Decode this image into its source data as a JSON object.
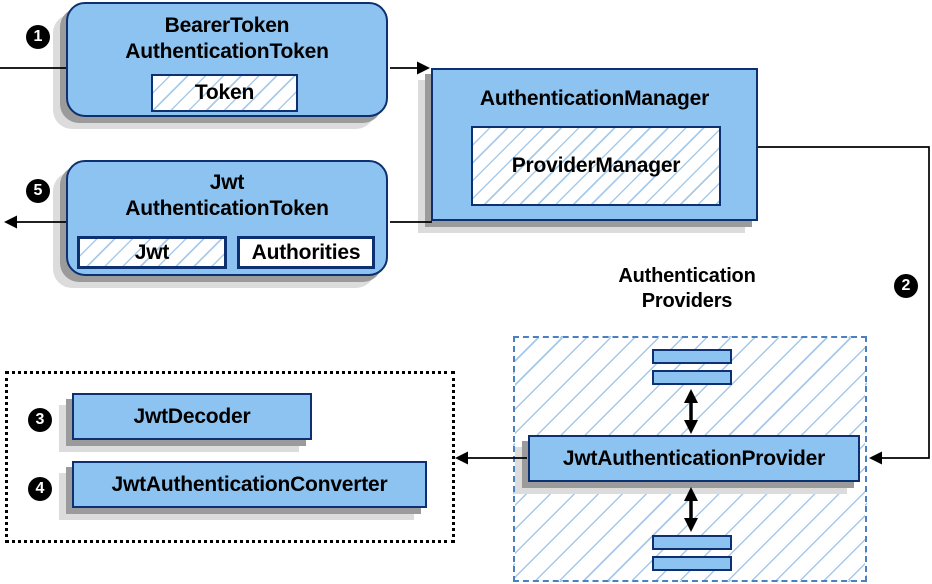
{
  "diagram_title": "JWT authentication flow diagram",
  "colors": {
    "node_fill": "#8DC3F0",
    "node_border": "#0D3071",
    "hatch_line": "#A9CBEA",
    "providers_dashed_border": "#4C7FC0",
    "shadow_dark": "#9B9B9B",
    "shadow_light": "#DCDCDC",
    "connector": "#000000",
    "badge_bg": "#000000",
    "badge_text": "#FFFFFF"
  },
  "steps": {
    "step1": "1",
    "step2": "2",
    "step3": "3",
    "step4": "4",
    "step5": "5"
  },
  "nodes": {
    "bearer_token": {
      "title_line1": "BearerToken",
      "title_line2": "AuthenticationToken",
      "token_label": "Token"
    },
    "auth_manager": {
      "title": "AuthenticationManager",
      "provider_manager_label": "ProviderManager"
    },
    "jwt_token": {
      "title_line1": "Jwt",
      "title_line2": "AuthenticationToken",
      "jwt_label": "Jwt",
      "authorities_label": "Authorities"
    },
    "providers_group": {
      "label_line1": "Authentication",
      "label_line2": "Providers"
    },
    "jwt_authentication_provider": {
      "label": "JwtAuthenticationProvider"
    },
    "jwt_decoder": {
      "label": "JwtDecoder"
    },
    "jwt_authentication_converter": {
      "label": "JwtAuthenticationConverter"
    }
  }
}
